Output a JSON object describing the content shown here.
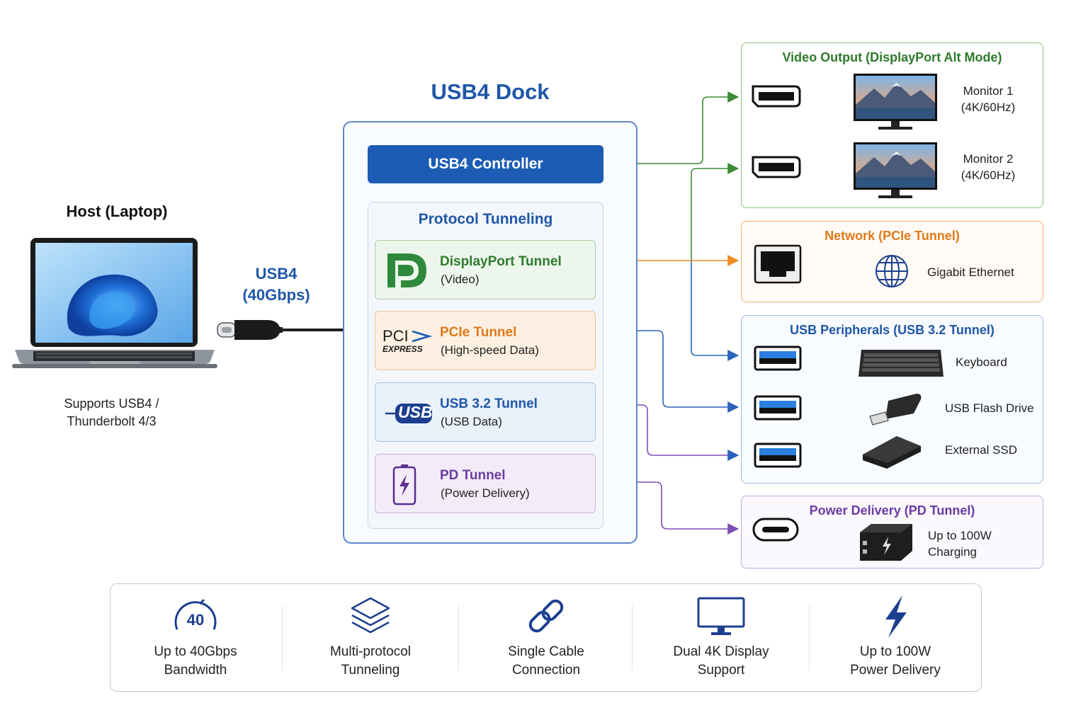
{
  "host": {
    "title": "Host (Laptop)",
    "support_line1": "Supports USB4 /",
    "support_line2": "Thunderbolt 4/3"
  },
  "cable": {
    "label_line1": "USB4",
    "label_line2": "(40Gbps)"
  },
  "dock": {
    "title": "USB4 Dock",
    "controller": "USB4 Controller",
    "tunneling_title": "Protocol Tunneling",
    "tunnels": [
      {
        "name": "DisplayPort Tunnel",
        "sub": "(Video)",
        "icon": "displayport-icon"
      },
      {
        "name": "PCIe Tunnel",
        "sub": "(High-speed Data)",
        "icon": "pci-express-icon",
        "icon_text_top": "PCI",
        "icon_text_bottom": "EXPRESS"
      },
      {
        "name": "USB 3.2 Tunnel",
        "sub": "(USB Data)",
        "icon": "usb-icon",
        "icon_text": "USB"
      },
      {
        "name": "PD Tunnel",
        "sub": "(Power Delivery)",
        "icon": "battery-bolt-icon"
      }
    ]
  },
  "outputs": {
    "video": {
      "title": "Video Output (DisplayPort Alt Mode)",
      "devices": [
        {
          "line1": "Monitor 1",
          "line2": "(4K/60Hz)"
        },
        {
          "line1": "Monitor 2",
          "line2": "(4K/60Hz)"
        }
      ]
    },
    "network": {
      "title": "Network (PCIe Tunnel)",
      "device": "Gigabit Ethernet"
    },
    "usb": {
      "title": "USB Peripherals (USB 3.2 Tunnel)",
      "devices": [
        "Keyboard",
        "USB Flash Drive",
        "External SSD"
      ]
    },
    "power": {
      "title": "Power Delivery (PD Tunnel)",
      "line1": "Up to 100W",
      "line2": "Charging"
    }
  },
  "features": [
    {
      "icon": "speedometer-icon",
      "icon_text": "40",
      "line1": "Up to 40Gbps",
      "line2": "Bandwidth"
    },
    {
      "icon": "layers-icon",
      "line1": "Multi-protocol",
      "line2": "Tunneling"
    },
    {
      "icon": "chain-link-icon",
      "line1": "Single Cable",
      "line2": "Connection"
    },
    {
      "icon": "monitor-icon",
      "line1": "Dual 4K Display",
      "line2": "Support"
    },
    {
      "icon": "lightning-bolt-icon",
      "line1": "Up to 100W",
      "line2": "Power Delivery"
    }
  ],
  "colors": {
    "primary_blue": "#1c5cb4",
    "green": "#2e7a2c",
    "orange": "#e07a18",
    "purple": "#6b3ba2",
    "navy": "#1c3f8f"
  }
}
